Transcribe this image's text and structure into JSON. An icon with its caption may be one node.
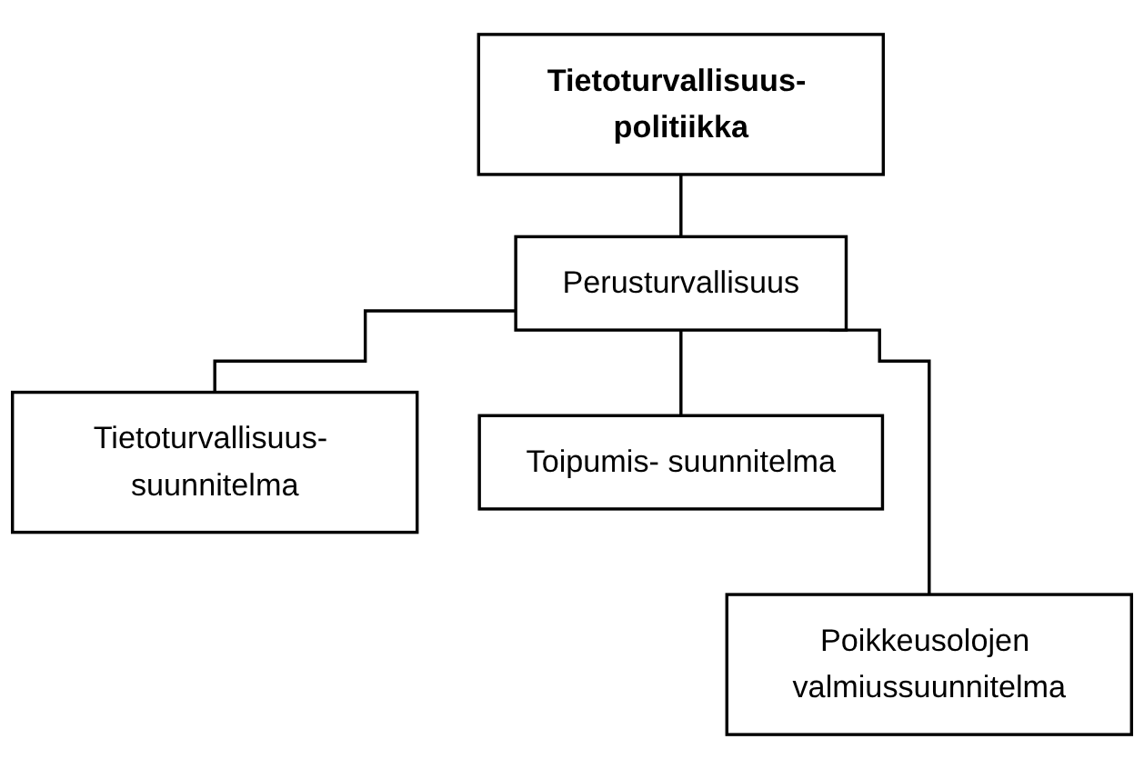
{
  "diagram": {
    "nodes": [
      {
        "text": [
          "Tietoturvallisuus- politiikka"
        ]
      },
      {
        "text": [
          "Perusturvallisuus"
        ]
      },
      {
        "text": [
          "Tietoturvallisuus- suunnitelma"
        ]
      },
      {
        "text": [
          "Toipumis- suunnitelma"
        ]
      },
      {
        "text": [
          "Poikkeusolojen valmiussuunnitelma"
        ]
      }
    ],
    "edges": [
      {
        "from": 0,
        "to": 1,
        "arrow": "none"
      },
      {
        "from": 1,
        "to": 2,
        "arrow": "none"
      },
      {
        "from": 1,
        "to": 3,
        "arrow": "none"
      },
      {
        "from": 1,
        "to": 4,
        "arrow": "none"
      }
    ]
  }
}
